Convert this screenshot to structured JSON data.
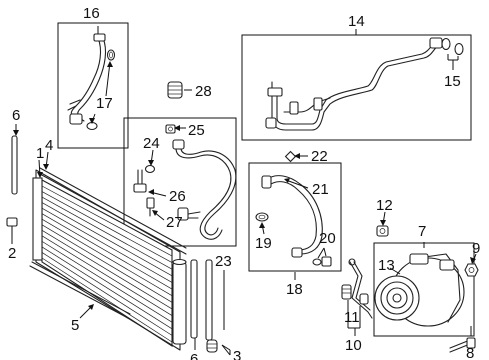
{
  "diagram": {
    "callouts": {
      "c1": "1",
      "c2": "2",
      "c3": "3",
      "c4": "4",
      "c5": "5",
      "c6a": "6",
      "c6b": "6",
      "c7": "7",
      "c8": "8",
      "c9": "9",
      "c10": "10",
      "c11": "11",
      "c12": "12",
      "c13": "13",
      "c14": "14",
      "c15": "15",
      "c16": "16",
      "c17": "17",
      "c18": "18",
      "c19": "19",
      "c20": "20",
      "c21": "21",
      "c22": "22",
      "c23": "23",
      "c24": "24",
      "c25": "25",
      "c26": "26",
      "c27": "27",
      "c28": "28"
    }
  }
}
